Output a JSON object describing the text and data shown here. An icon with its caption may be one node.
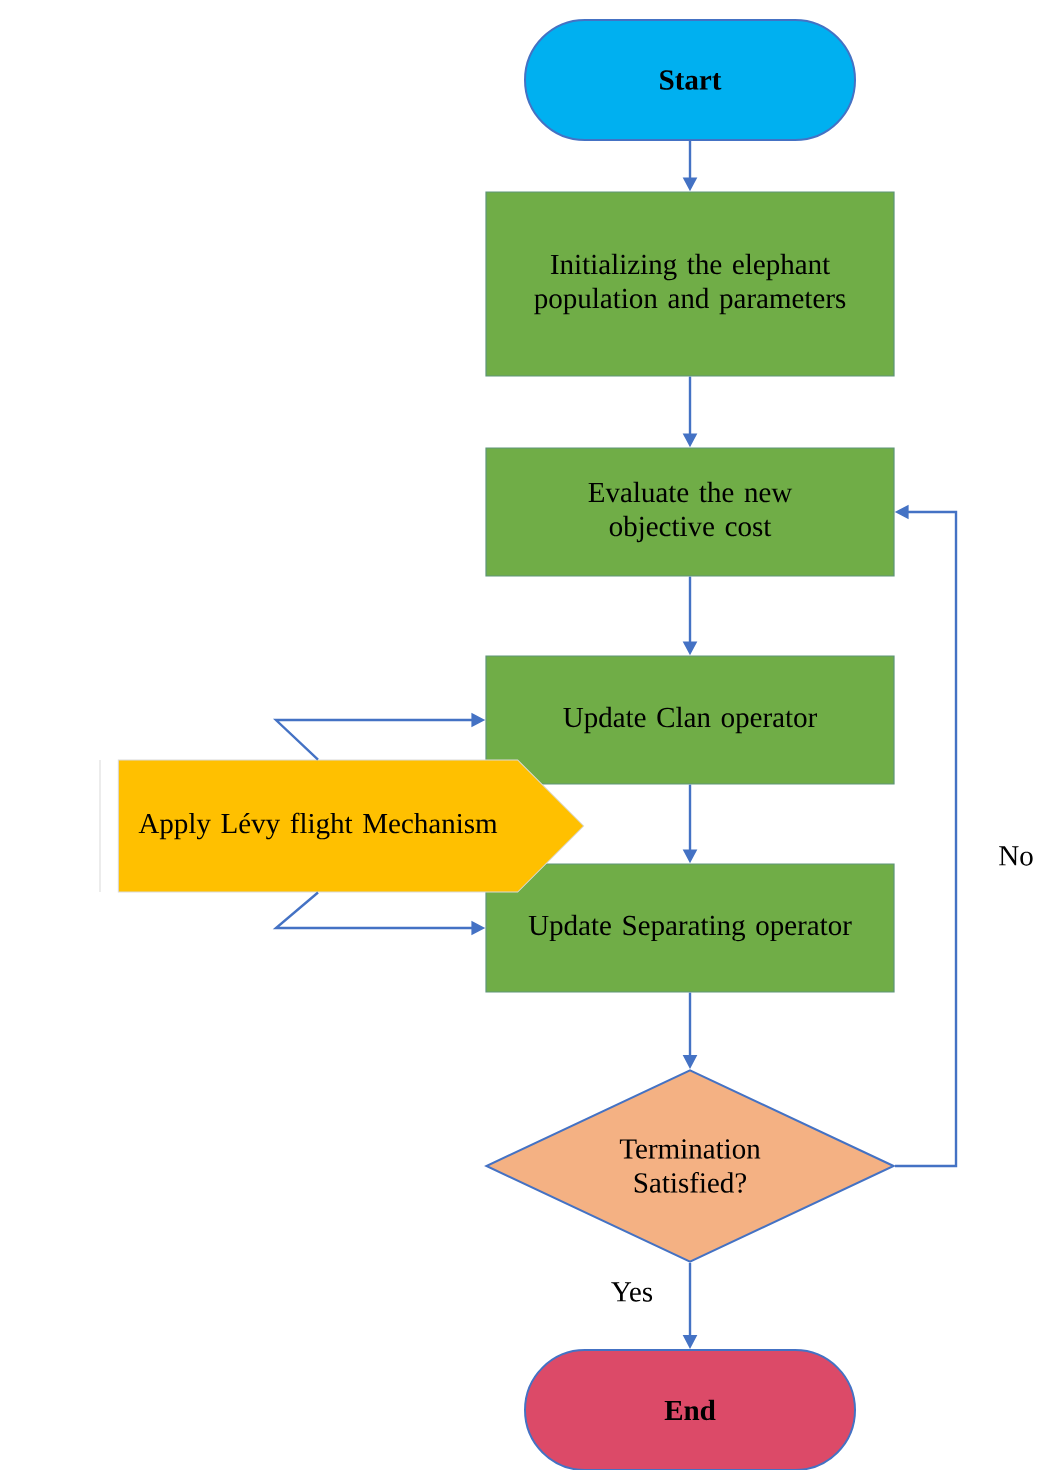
{
  "diagram": {
    "nodes": [
      {
        "text": [
          "Start"
        ]
      },
      {
        "text": [
          "Initializing the elephant population and parameters"
        ]
      },
      {
        "text": [
          "Evaluate the new objective cost"
        ]
      },
      {
        "text": [
          "Update Clan operator"
        ]
      },
      {
        "text": [
          "Update Separating operator"
        ]
      },
      {
        "text": [
          "Apply Lévy flight Mechanism"
        ]
      },
      {
        "text": [
          "Termination Satisfied?"
        ]
      },
      {
        "text": [
          "End"
        ]
      }
    ],
    "edges": [
      {
        "from": 0,
        "to": 1,
        "arrow": "to"
      },
      {
        "from": 1,
        "to": 2,
        "arrow": "to"
      },
      {
        "from": 2,
        "to": 3,
        "arrow": "to"
      },
      {
        "from": 3,
        "to": 4,
        "arrow": "to"
      },
      {
        "from": 4,
        "to": 6,
        "arrow": "to"
      },
      {
        "from": 6,
        "to": 2,
        "arrow": "to",
        "label": "No"
      },
      {
        "from": 6,
        "to": 7,
        "arrow": "to",
        "label": "Yes"
      },
      {
        "from": 5,
        "to": 3,
        "arrow": "to"
      },
      {
        "from": 5,
        "to": 4,
        "arrow": "to"
      }
    ]
  }
}
